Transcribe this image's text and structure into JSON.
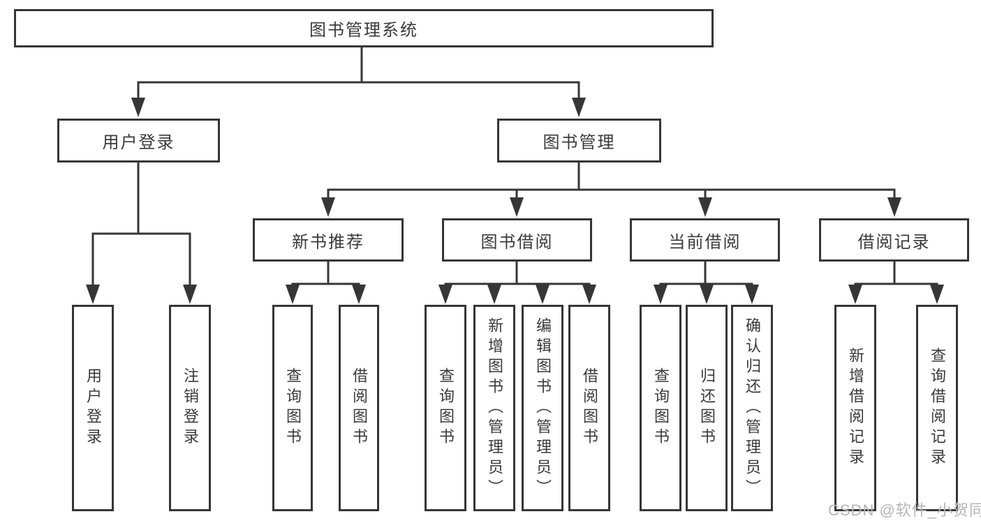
{
  "diagram": {
    "title": "图书管理系统",
    "type": "hierarchy-diagram",
    "watermark": "CSDN @软件_小贺同学",
    "colors": {
      "line": "#363636",
      "box_border": "#363636",
      "text": "#3a3a3a",
      "watermark": "#b5b5b5",
      "background": "#ffffff"
    }
  },
  "tree": {
    "root": {
      "label": "图书管理系统"
    },
    "branches": [
      {
        "label": "用户登录",
        "children": [
          "用户登录",
          "注销登录"
        ]
      },
      {
        "label": "图书管理",
        "sections": [
          {
            "label": "新书推荐",
            "children": [
              "查询图书",
              "借阅图书"
            ]
          },
          {
            "label": "图书借阅",
            "children": [
              "查询图书",
              "新增图书（管理员）",
              "编辑图书（管理员）",
              "借阅图书"
            ]
          },
          {
            "label": "当前借阅",
            "children": [
              "查询图书",
              "归还图书",
              "确认归还（管理员）"
            ]
          },
          {
            "label": "借阅记录",
            "children": [
              "新增借阅记录",
              "查询借阅记录"
            ]
          }
        ]
      }
    ]
  }
}
